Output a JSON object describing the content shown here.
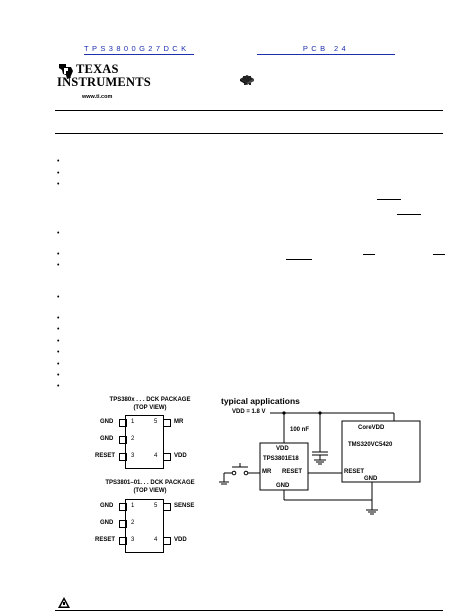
{
  "header": {
    "part_link": "TPS3800G27DCK",
    "pcb_link": "PCB 24",
    "logo_line1": "TEXAS",
    "logo_line2": "INSTRUMENTS",
    "logo_url": "www.ti.com"
  },
  "packages": [
    {
      "title": "TPS380x . . . DCK PACKAGE",
      "view": "(TOP VIEW)",
      "left_pins": [
        {
          "name": "GND",
          "num": "1"
        },
        {
          "name": "GND",
          "num": "2"
        },
        {
          "name": "RESET",
          "num": "3"
        }
      ],
      "right_pins": [
        {
          "name": "MR",
          "num": "5"
        },
        {
          "name": "VDD",
          "num": "4"
        }
      ]
    },
    {
      "title": "TPS3801–01. . . DCK PACKAGE",
      "view": "(TOP VIEW)",
      "left_pins": [
        {
          "name": "GND",
          "num": "1"
        },
        {
          "name": "GND",
          "num": "2"
        },
        {
          "name": "RESET",
          "num": "3"
        }
      ],
      "right_pins": [
        {
          "name": "SENSE",
          "num": "5"
        },
        {
          "name": "VDD",
          "num": "4"
        }
      ]
    }
  ],
  "application": {
    "title": "typical applications",
    "vdd_label": "VDD = 1.8 V",
    "cap_label": "100 nF",
    "sup_vdd": "VDD",
    "sup_name": "TPS3801E18",
    "sup_mr": "MR",
    "sup_reset": "RESET",
    "sup_gnd": "GND",
    "dsp_core": "CoreVDD",
    "dsp_name": "TMS320VC5420",
    "dsp_reset": "RESET",
    "dsp_gnd": "GND"
  }
}
